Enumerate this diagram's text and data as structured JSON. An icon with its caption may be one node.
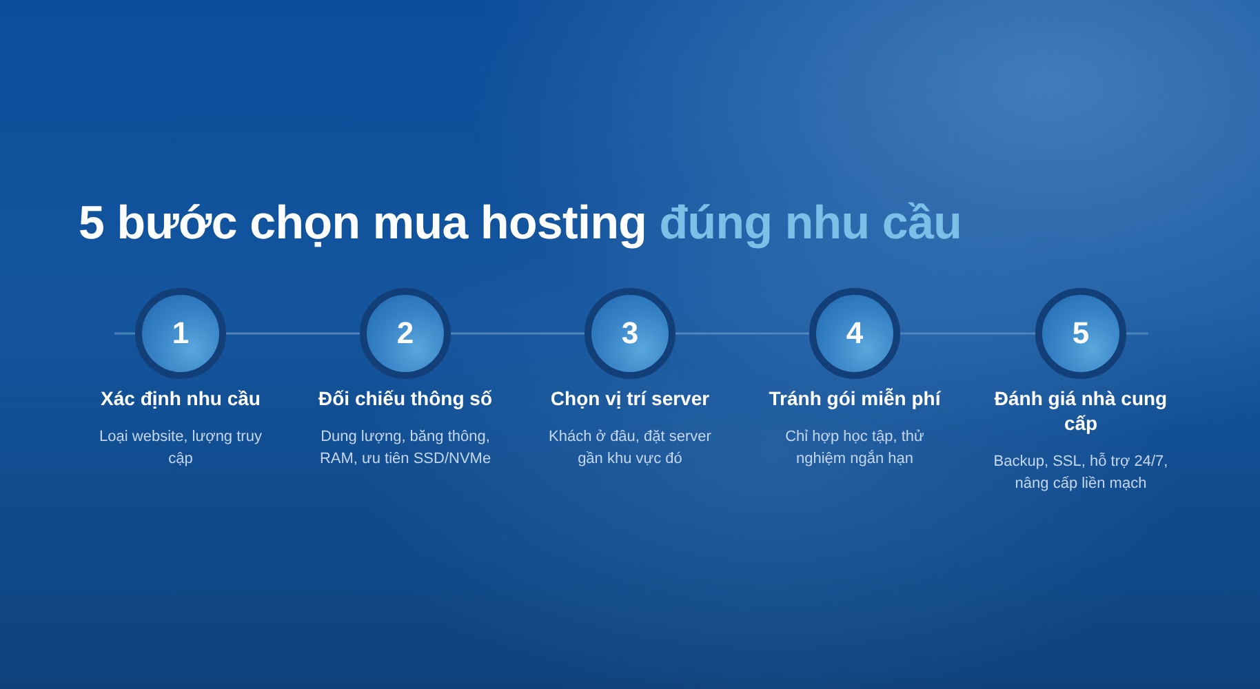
{
  "diagram": {
    "title": "5 bước chọn mua hosting **đúng nhu cầu**",
    "nodes": [
      {
        "text": [
          "1"
        ],
        "beside": [
          "Xác định nhu cầu",
          "Loại website, lượng truy cập"
        ]
      },
      {
        "text": [
          "2"
        ],
        "beside": [
          "Đối chiếu thông số",
          "Dung lượng, băng thông, RAM, ưu tiên SSD/NVMe"
        ]
      },
      {
        "text": [
          "3"
        ],
        "beside": [
          "Chọn vị trí server",
          "Khách ở đâu, đặt server gần khu vực đó"
        ]
      },
      {
        "text": [
          "4"
        ],
        "beside": [
          "Tránh gói miễn phí",
          "Chỉ hợp học tập, thử nghiệm ngắn hạn"
        ]
      },
      {
        "text": [
          "5"
        ],
        "beside": [
          "Đánh giá nhà cung cấp",
          "Backup, SSL, hỗ trợ 24/7, nâng cấp liền mạch"
        ]
      }
    ],
    "edges": [
      {
        "from": 0,
        "to": 1,
        "arrow": "none"
      },
      {
        "from": 1,
        "to": 2,
        "arrow": "none"
      },
      {
        "from": 2,
        "to": 3,
        "arrow": "none"
      },
      {
        "from": 3,
        "to": 4,
        "arrow": "none"
      }
    ]
  }
}
